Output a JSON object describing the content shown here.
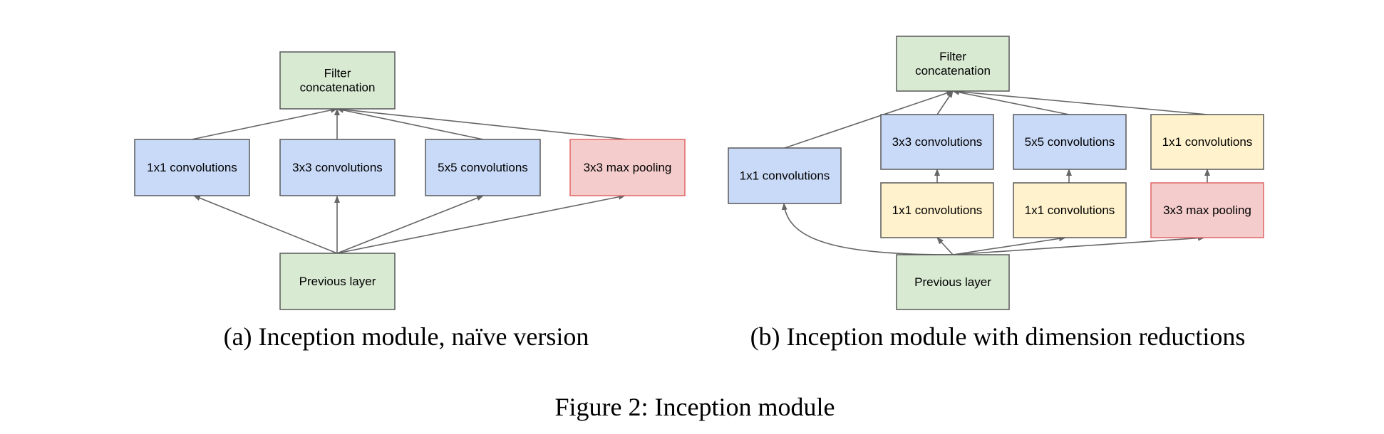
{
  "colors": {
    "green_fill": "#d9ead3",
    "blue_fill": "#c9daf8",
    "yellow_fill": "#fff2cc",
    "red_fill": "#f4cccc",
    "box_stroke": "#595959",
    "red_stroke": "#e06666",
    "arrow": "#666666"
  },
  "diagram_a": {
    "nodes": {
      "concat": {
        "lines": [
          "Filter",
          "concatenation"
        ],
        "fill": "green"
      },
      "conv1": {
        "lines": [
          "1x1 convolutions"
        ],
        "fill": "blue"
      },
      "conv3": {
        "lines": [
          "3x3 convolutions"
        ],
        "fill": "blue"
      },
      "conv5": {
        "lines": [
          "5x5 convolutions"
        ],
        "fill": "blue"
      },
      "pool": {
        "lines": [
          "3x3 max pooling"
        ],
        "fill": "red"
      },
      "prev": {
        "lines": [
          "Previous layer"
        ],
        "fill": "green"
      }
    },
    "edges": [
      [
        "prev",
        "conv1"
      ],
      [
        "prev",
        "conv3"
      ],
      [
        "prev",
        "conv5"
      ],
      [
        "prev",
        "pool"
      ],
      [
        "conv1",
        "concat"
      ],
      [
        "conv3",
        "concat"
      ],
      [
        "conv5",
        "concat"
      ],
      [
        "pool",
        "concat"
      ]
    ]
  },
  "diagram_b": {
    "nodes": {
      "concat": {
        "lines": [
          "Filter",
          "concatenation"
        ],
        "fill": "green"
      },
      "conv1": {
        "lines": [
          "1x1 convolutions"
        ],
        "fill": "blue"
      },
      "conv3": {
        "lines": [
          "3x3 convolutions"
        ],
        "fill": "blue"
      },
      "conv5": {
        "lines": [
          "5x5 convolutions"
        ],
        "fill": "blue"
      },
      "reduce_proj": {
        "lines": [
          "1x1 convolutions"
        ],
        "fill": "yellow"
      },
      "reduce3": {
        "lines": [
          "1x1 convolutions"
        ],
        "fill": "yellow"
      },
      "reduce5": {
        "lines": [
          "1x1 convolutions"
        ],
        "fill": "yellow"
      },
      "pool": {
        "lines": [
          "3x3 max pooling"
        ],
        "fill": "red"
      },
      "prev": {
        "lines": [
          "Previous layer"
        ],
        "fill": "green"
      }
    },
    "edges": [
      [
        "prev",
        "conv1"
      ],
      [
        "prev",
        "reduce3"
      ],
      [
        "prev",
        "reduce5"
      ],
      [
        "prev",
        "pool"
      ],
      [
        "reduce3",
        "conv3"
      ],
      [
        "reduce5",
        "conv5"
      ],
      [
        "pool",
        "reduce_proj"
      ],
      [
        "conv1",
        "concat"
      ],
      [
        "conv3",
        "concat"
      ],
      [
        "conv5",
        "concat"
      ],
      [
        "reduce_proj",
        "concat"
      ]
    ]
  },
  "captions": {
    "a": "(a)  Inception module, naïve version",
    "b": "(b)  Inception module with dimension reductions",
    "figure": "Figure 2: Inception module"
  }
}
